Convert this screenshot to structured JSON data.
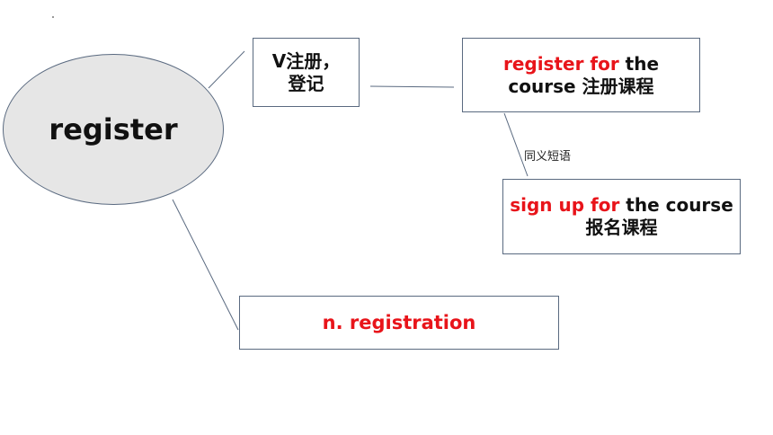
{
  "center": {
    "word": "register"
  },
  "verb_box": {
    "line1": "V注册，",
    "line2": "登记"
  },
  "phrase_box": {
    "red": "register for",
    "black_1": " the",
    "black_2": "course 注册课程"
  },
  "synonym_label": "同义短语",
  "synonym_box": {
    "red": "sign up for",
    "black_1": " the course",
    "black_2": "报名课程"
  },
  "noun_box": {
    "text": "n. registration"
  },
  "colors": {
    "accent_red": "#e8141a",
    "line": "#5a6a80",
    "ellipse_fill": "#e6e6e6"
  }
}
